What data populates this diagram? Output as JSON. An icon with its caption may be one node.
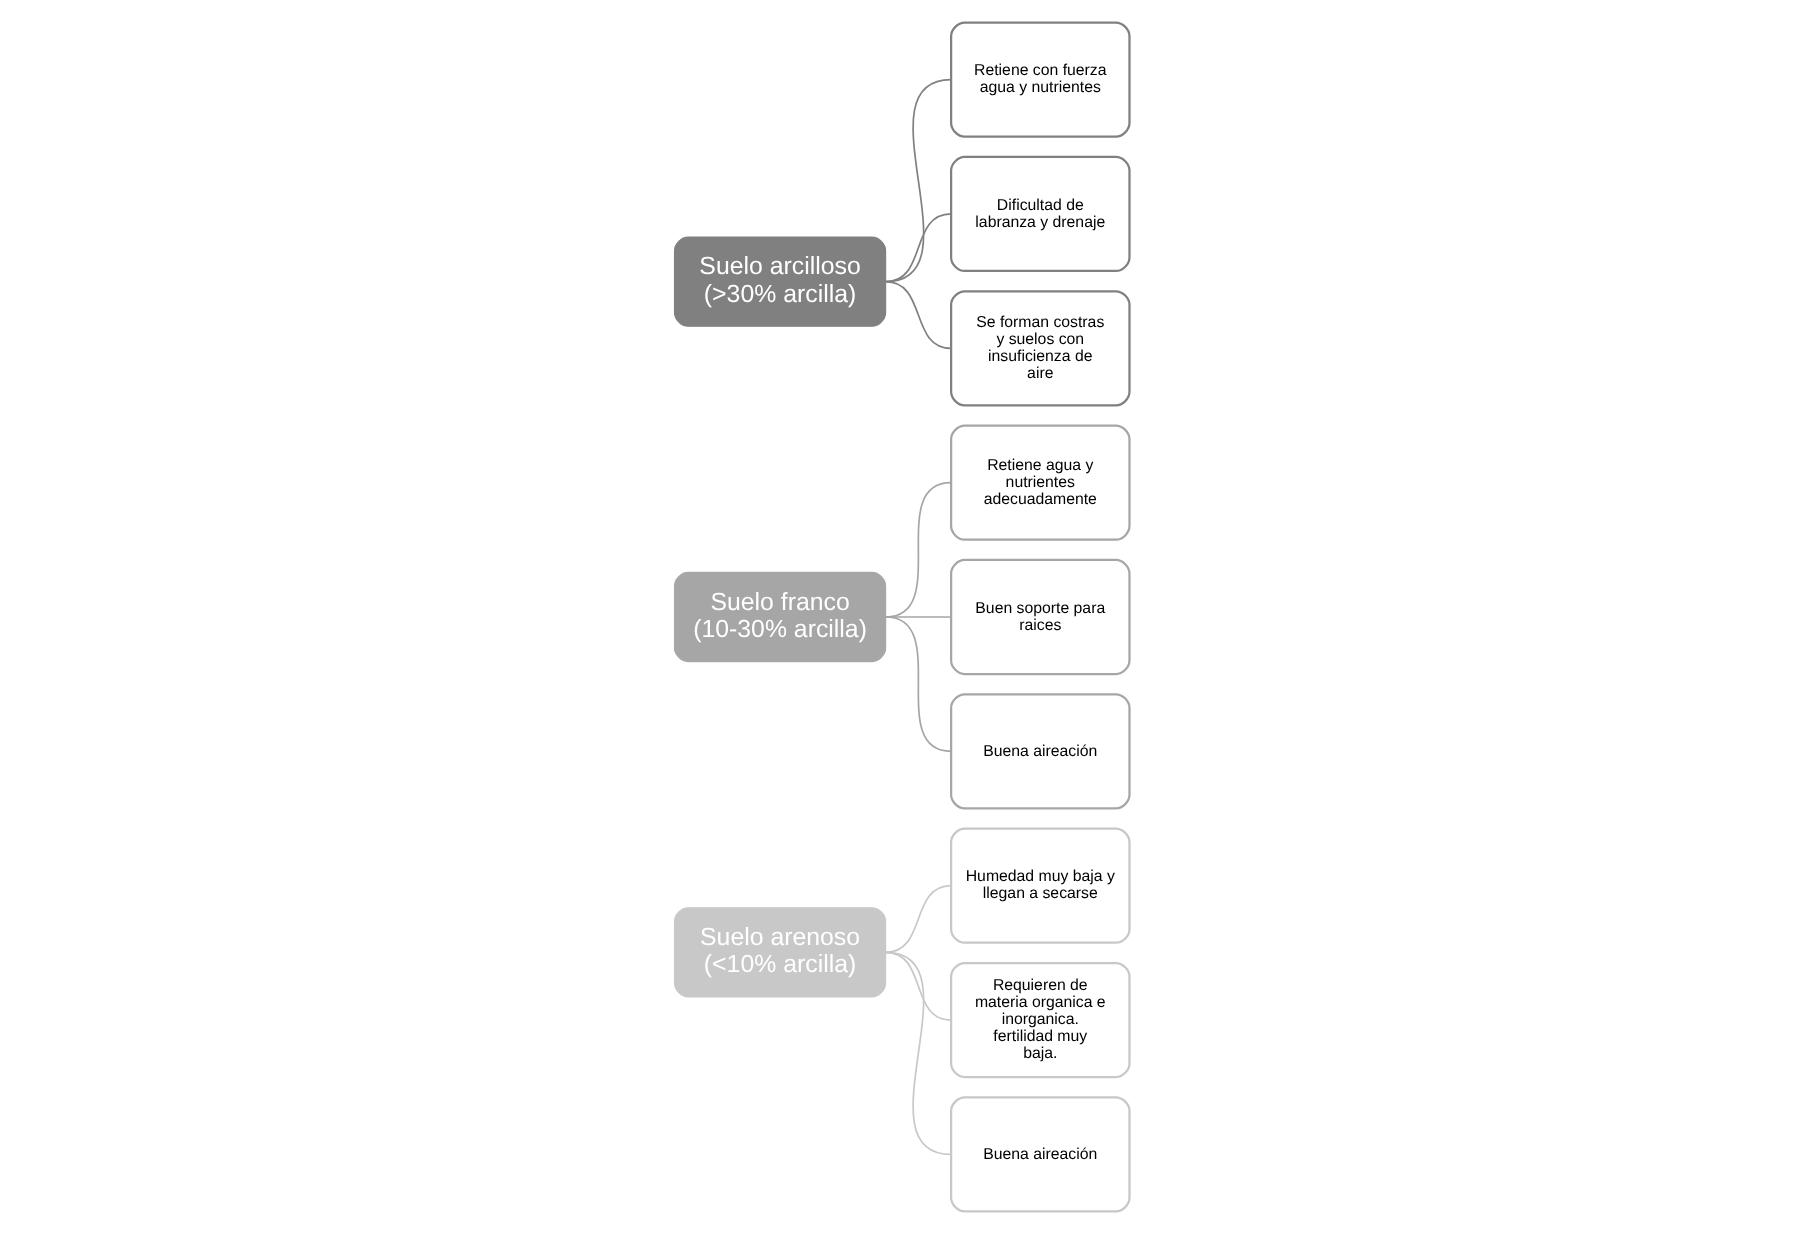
{
  "diagram": {
    "nodes": [
      {
        "text": [
          "Suelo arcilloso (>30% arcilla)"
        ]
      },
      {
        "text": [
          "Retiene con fuerza agua y nutrientes"
        ]
      },
      {
        "text": [
          "Dificultad de labranza y drenaje"
        ]
      },
      {
        "text": [
          "Se forman costras y suelos con insuficienza de aire"
        ]
      },
      {
        "text": [
          "Suelo franco (10-30% arcilla)"
        ]
      },
      {
        "text": [
          "Retiene agua y nutrientes adecuadamente"
        ]
      },
      {
        "text": [
          "Buen soporte para raices"
        ]
      },
      {
        "text": [
          "Buena aireación"
        ]
      },
      {
        "text": [
          "Suelo arenoso (<10% arcilla)"
        ]
      },
      {
        "text": [
          "Humedad muy baja y llegan a secarse"
        ]
      },
      {
        "text": [
          "Requieren de materia organica e inorganica. fertilidad muy baja."
        ]
      },
      {
        "text": [
          "Buena aireación"
        ]
      }
    ],
    "edges": [
      {
        "from": 0,
        "to": 1,
        "arrow": "none",
        "color": "#808080"
      },
      {
        "from": 0,
        "to": 2,
        "arrow": "none",
        "color": "#808080"
      },
      {
        "from": 0,
        "to": 3,
        "arrow": "none",
        "color": "#808080"
      },
      {
        "from": 4,
        "to": 5,
        "arrow": "none",
        "color": "#a6a6a6"
      },
      {
        "from": 4,
        "to": 6,
        "arrow": "none",
        "color": "#a6a6a6"
      },
      {
        "from": 4,
        "to": 7,
        "arrow": "none",
        "color": "#a6a6a6"
      },
      {
        "from": 8,
        "to": 9,
        "arrow": "none",
        "color": "#c8c8c8"
      },
      {
        "from": 8,
        "to": 10,
        "arrow": "none",
        "color": "#c8c8c8"
      },
      {
        "from": 8,
        "to": 11,
        "arrow": "none",
        "color": "#c8c8c8"
      }
    ]
  }
}
